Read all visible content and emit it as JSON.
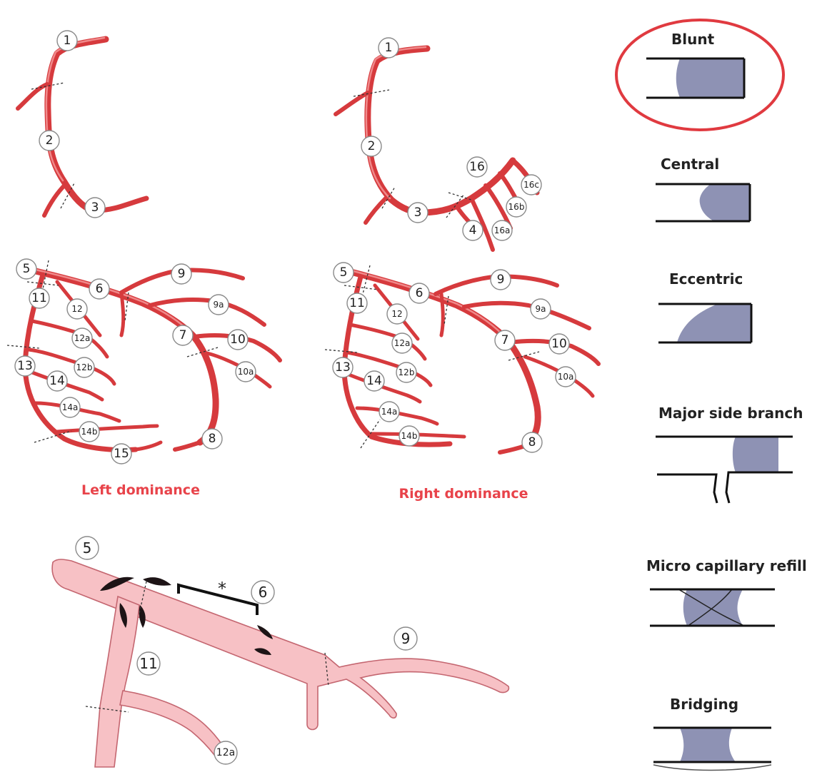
{
  "panel_left": {
    "rca_labels": [
      "1",
      "2",
      "3"
    ],
    "lca_labels": [
      "5",
      "6",
      "7",
      "8",
      "9",
      "9a",
      "10",
      "10a",
      "11",
      "12",
      "12a",
      "12b",
      "13",
      "14",
      "14a",
      "14b",
      "15"
    ],
    "caption": "Left dominance"
  },
  "panel_right": {
    "rca_labels": [
      "1",
      "2",
      "3",
      "4",
      "16",
      "16a",
      "16b",
      "16c"
    ],
    "lca_labels": [
      "5",
      "6",
      "7",
      "8",
      "9",
      "9a",
      "10",
      "10a",
      "11",
      "12",
      "12a",
      "12b",
      "13",
      "14",
      "14a",
      "14b"
    ],
    "caption": "Right dominance"
  },
  "detail": {
    "labels": [
      "5",
      "6",
      "9",
      "11",
      "12a"
    ],
    "bracket_mark": "*"
  },
  "stump_types": [
    {
      "name": "Blunt",
      "highlighted": true
    },
    {
      "name": "Central",
      "highlighted": false
    },
    {
      "name": "Eccentric",
      "highlighted": false
    },
    {
      "name": "Major side branch",
      "highlighted": false
    },
    {
      "name": "Micro capillary refill",
      "highlighted": false
    },
    {
      "name": "Bridging",
      "highlighted": false
    }
  ],
  "colors": {
    "vessel": "#d63a3d",
    "caption": "#e8434a",
    "occlusion": "#8e92b4",
    "highlight_ring": "#e03a40"
  }
}
